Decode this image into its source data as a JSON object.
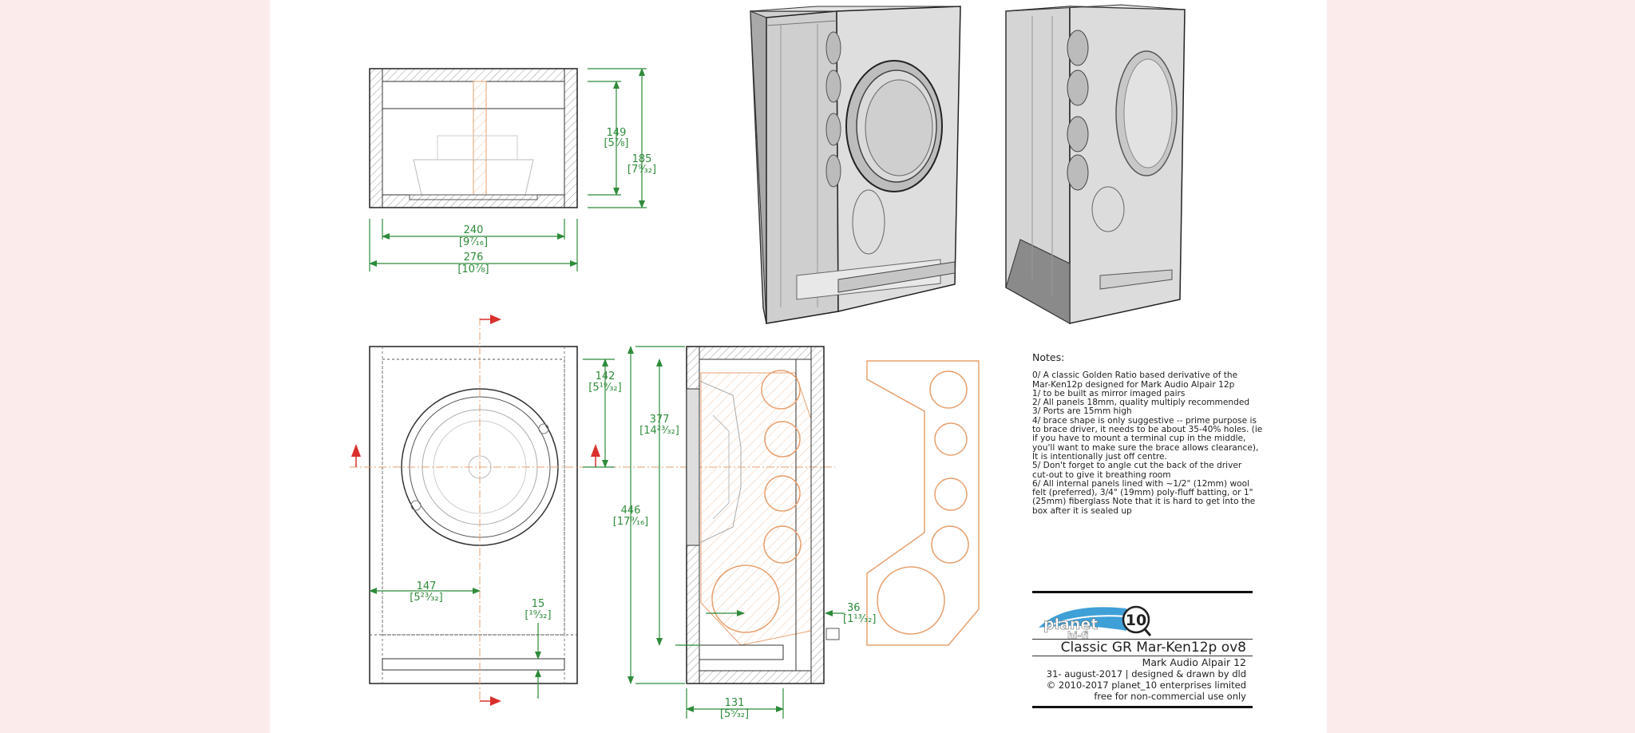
{
  "dimensions": {
    "d149": "149",
    "d149i": "[5⅞]",
    "d185": "185",
    "d185i": "[7⁹⁄₃₂]",
    "d240": "240",
    "d240i": "[9⁷⁄₁₆]",
    "d276": "276",
    "d276i": "[10⅞]",
    "d142": "142",
    "d142i": "[5¹⁹⁄₃₂]",
    "d377": "377",
    "d377i": "[14²³⁄₃₂]",
    "d446": "446",
    "d446i": "[17⁹⁄₁₆]",
    "d147": "147",
    "d147i": "[5²³⁄₃₂]",
    "d15": "15",
    "d15i": "[¹⁹⁄₃₂]",
    "d36": "36",
    "d36i": "[1¹³⁄₃₂]",
    "d131": "131",
    "d131i": "[5⁵⁄₃₂]"
  },
  "notes": {
    "heading": "Notes:",
    "lines": [
      "0/ A classic Golden Ratio based derivative of the",
      "Mar-Ken12p designed for Mark Audio Alpair 12p",
      "1/ to be built as mirror imaged pairs",
      "2/ All panels 18mm, quality multiply recommended",
      "3/ Ports are 15mm high",
      "4/ brace shape is only suggestive -- prime purpose is",
      "to brace driver, it needs to be about 35-40% holes. (ie",
      "if you have to mount a terminal cup in the middle,",
      "you'll want to make sure the brace allows clearance),",
      "It is intentionally just off centre.",
      "5/ Don't forget to angle cut the back of the driver",
      "cut-out to give it breathing room",
      "6/ All internal panels lined with ~1/2\" (12mm) wool",
      "felt (preferred), 3/4\" (19mm) poly-fluff batting,  or 1\"",
      "(25mm) fiberglass Note that it is hard to get into the",
      "box after it is sealed up"
    ]
  },
  "logo": {
    "word1": "planet",
    "word2": "hi-fi",
    "num": "10"
  },
  "titleblock": {
    "title": "Classic GR Mar-Ken12p  ov8",
    "subtitle": "Mark Audio Alpair 12",
    "date": "31- august-2017 | designed & drawn by dld",
    "copyright": "© 2010-2017 planet_10 enterprises limited",
    "license": "free for non-commercial use only"
  },
  "colors": {
    "dimension": "#2e8b3a",
    "section": "#d9302c",
    "brace": "#e7a06f",
    "background": "#fbeceb"
  }
}
